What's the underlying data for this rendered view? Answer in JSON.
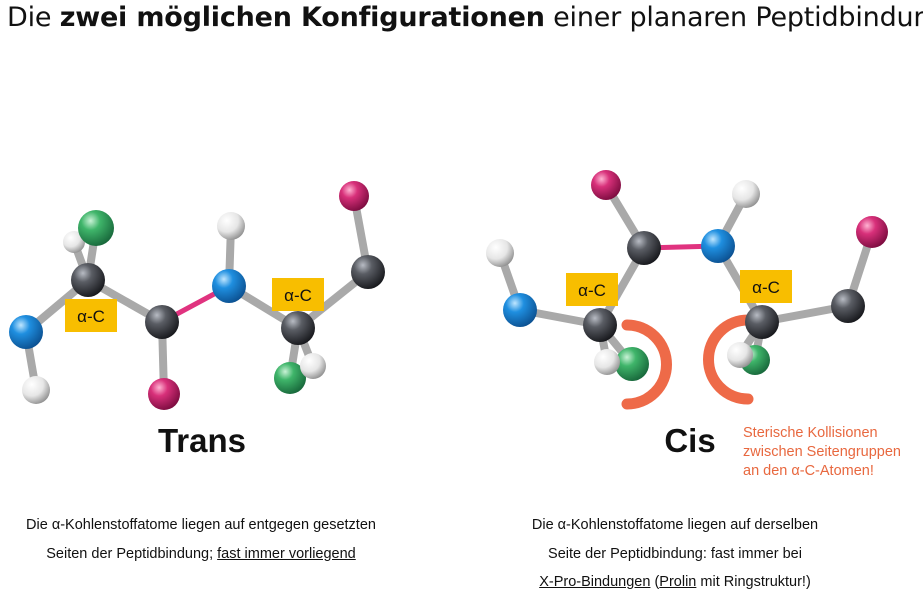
{
  "title": {
    "prefix": "Die ",
    "bold": "zwei möglichen Konfigurationen",
    "suffix": " einer planaren Peptidbindung"
  },
  "labels": {
    "alpha_c": "α-C",
    "trans": "Trans",
    "cis": "Cis"
  },
  "colors": {
    "carbon": "#4a4c52",
    "nitrogen": "#1f8fe0",
    "oxygen": "#d8307a",
    "hydrogen": "#e9e9e9",
    "side_chain": "#3fb56a",
    "peptide_bond": "#e0337f",
    "alpha_label_bg": "#f8be00",
    "collision_arc": "#ee6a48"
  },
  "sterisch_note": {
    "line1": "Sterische Kollisionen",
    "line2": "zwischen Seitengruppen",
    "line3": "an den α-C-Atomen!"
  },
  "trans_caption": {
    "line1": "Die α-Kohlenstoffatome liegen auf entgegen gesetzten",
    "line2_plain": "Seiten der Peptidbindung; ",
    "line2_underlined": "fast immer vorliegend"
  },
  "cis_caption": {
    "line1": "Die α-Kohlenstoffatome liegen auf derselben",
    "line2": "Seite der Peptidbindung: fast immer bei",
    "line3_u1": "X-Pro-Bindungen",
    "line3_mid1": " (",
    "line3_u2": "Prolin",
    "line3_end": " mit Ringstruktur!)"
  }
}
